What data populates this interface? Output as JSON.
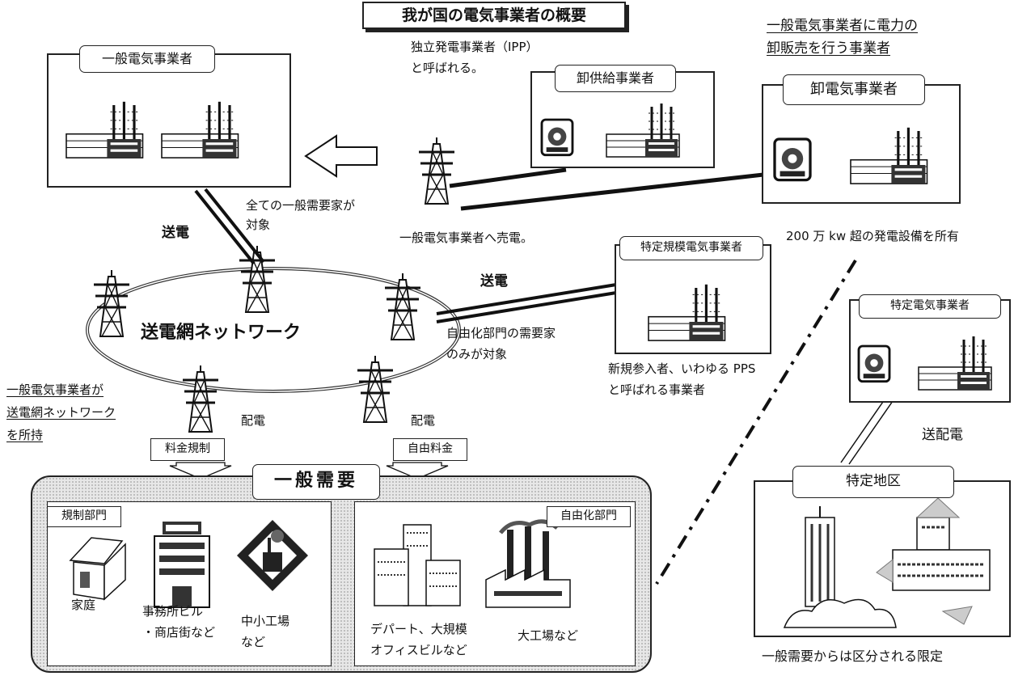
{
  "title": "我が国の電気事業者の概要",
  "general_utility": {
    "label": "一般電気事業者",
    "target_note": [
      "全ての一般需要家が",
      "対象"
    ],
    "transmission_label": "送電"
  },
  "ipp": {
    "note": [
      "独立発電事業者（IPP）",
      "と呼ばれる。"
    ],
    "label": "卸供給事業者",
    "sale_note": "一般電気事業者へ売電。"
  },
  "wholesale": {
    "heading": [
      "一般電気事業者に電力の",
      "卸販売を行う事業者"
    ],
    "label": "卸電気事業者",
    "capacity_note": "200 万 kw 超の発電設備を所有"
  },
  "pps": {
    "label": "特定規模電気事業者",
    "transmission_label": "送電",
    "target_note": [
      "自由化部門の需要家",
      "のみが対象"
    ],
    "note": [
      "新規参入者、いわゆる PPS",
      "と呼ばれる事業者"
    ]
  },
  "network": {
    "label": "送電網ネットワーク",
    "ownership_note": [
      "一般電気事業者が",
      "送電網ネットワーク",
      "を所持"
    ]
  },
  "distribution": {
    "left_label": "配電",
    "right_label": "配電",
    "regulated_price": "料金規制",
    "free_price": "自由料金"
  },
  "general_demand": {
    "label": "一般需要",
    "regulated": {
      "label": "規制部門",
      "items": [
        "家庭",
        "事務所ビル",
        "・商店街など",
        "中小工場",
        "など"
      ]
    },
    "liberalized": {
      "label": "自由化部門",
      "items": [
        "デパート、大規模",
        "オフィスビルなど",
        "大工場など"
      ]
    }
  },
  "specified": {
    "label": "特定電気事業者",
    "transmission_label": "送配電",
    "area_label": "特定地区",
    "note": "一般需要からは区分される限定"
  }
}
